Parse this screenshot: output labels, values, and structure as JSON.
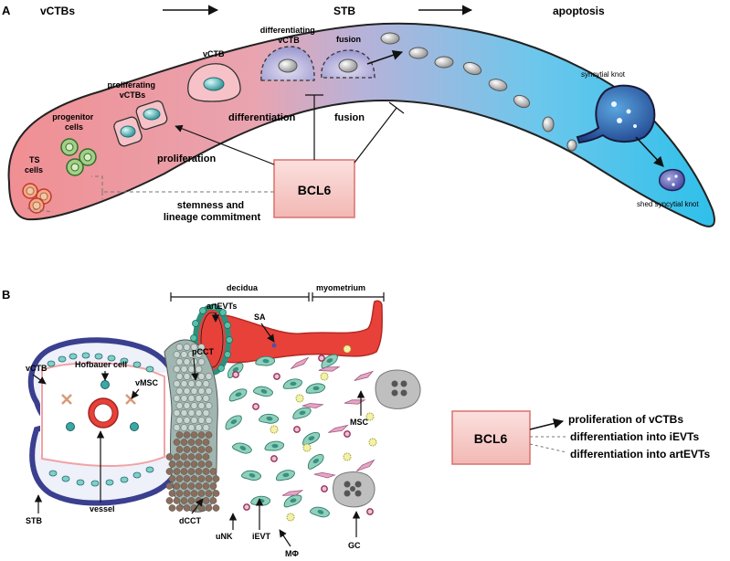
{
  "panel_a": {
    "letter": "A",
    "stage_1": "vCTBs",
    "stage_2": "STB",
    "stage_3": "apoptosis",
    "ts_cells": [
      "TS",
      "cells"
    ],
    "progenitor": [
      "progenitor",
      "cells"
    ],
    "proliferating": [
      "proliferating",
      "vCTBs"
    ],
    "vctb": "vCTB",
    "differentiating": [
      "differentiating",
      "vCTB"
    ],
    "fusion_cell": "fusion",
    "syncytial_knot": "syncytial knot",
    "shed_knot": "shed syncytial knot",
    "differentiation": "differentiation",
    "fusion": "fusion",
    "proliferation": "proliferation",
    "bcl6": "BCL6",
    "stemness": [
      "stemness and",
      "lineage commitment"
    ]
  },
  "panel_b": {
    "letter": "B",
    "decidua": "decidua",
    "myometrium": "myometrium",
    "artevts": "artEVTs",
    "sa": "SA",
    "pcct": "pCCT",
    "vctb": "vCTB",
    "hofbauer": "Hofbauer cell",
    "vmsc": "vMSC",
    "msc": "MSC",
    "stb": "STB",
    "vessel": "vessel",
    "dcct": "dCCT",
    "unk": "uNK",
    "ievt": "iEVT",
    "mphi": "MΦ",
    "gc": "GC",
    "bcl6": "BCL6",
    "outcomes": [
      "proliferation of vCTBs",
      "differentiation into iEVTs",
      "differentiation into artEVTs"
    ]
  },
  "colors": {
    "bcl6_fill": "#f6c9c6",
    "bcl6_stroke": "#d9716c",
    "band_start": "#f08f93",
    "band_mid": "#b7b2d9",
    "band_end": "#2fc0ea",
    "evt_green": "#2f8f7c",
    "artery_red": "#e8413a",
    "villus_blue": "#3a3f8f"
  }
}
